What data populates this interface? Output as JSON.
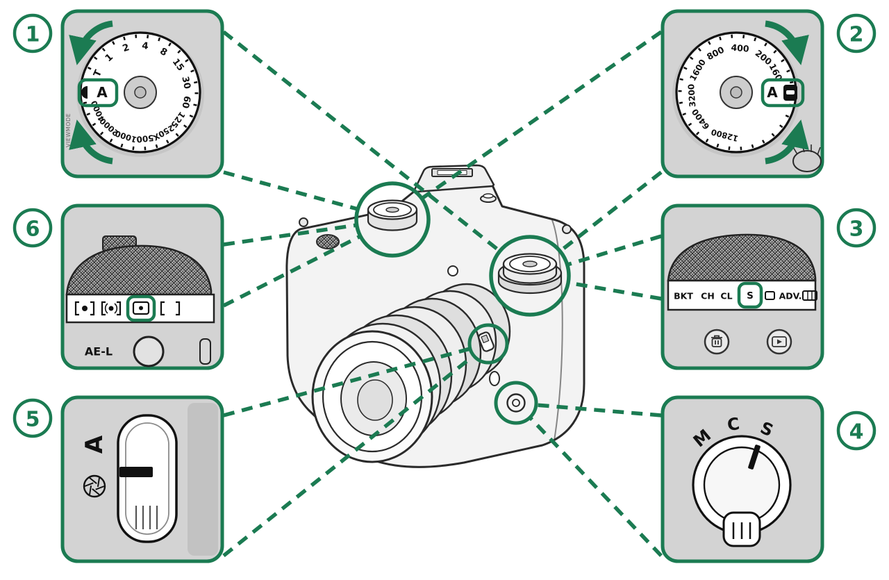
{
  "colors": {
    "accent_green": "#1B7B52",
    "box_background": "#D3D3D3",
    "line_dark": "#2A2A2A",
    "dial_white": "#FFFFFF"
  },
  "badges": [
    "1",
    "2",
    "3",
    "4",
    "5",
    "6"
  ],
  "shutter_dial": {
    "selected": "A",
    "labels": [
      "T",
      "1",
      "2",
      "4",
      "8",
      "15",
      "30",
      "60",
      "125",
      "250X",
      "500",
      "1000",
      "2000",
      "4000"
    ],
    "side_text": "VIEWMODE"
  },
  "iso_dial": {
    "selected": "A",
    "labels": [
      "160",
      "200",
      "400",
      "800",
      "1600",
      "3200",
      "6400",
      "12800"
    ]
  },
  "drive_dial": {
    "labels": [
      "BKT",
      "CH",
      "CL",
      "S",
      "ADV."
    ],
    "selected": "S"
  },
  "focus_selector": {
    "labels": [
      "M",
      "C",
      "S"
    ],
    "selected": "S"
  },
  "aperture_switch": {
    "label": "A"
  },
  "metering": {
    "button_label": "AE-L"
  },
  "icons": {
    "rotate-arrow-icon": "curved green arrow with triangular head",
    "iso-auto-icon": "black tag with white slot",
    "dial-lock-icon": "black half-round tab",
    "trash-icon": "trash can outline",
    "playback-icon": "triangle inside rounded rect",
    "spot-metering-icon": "dot between frame brackets",
    "center-weighted-icon": "dot in parentheses between brackets",
    "multi-metering-icon": "dot in rounded box (green highlighted)",
    "average-metering-icon": "empty frame brackets",
    "aperture-icon": "iris blade circle",
    "movie-frame-icon": "small rectangle",
    "panorama-icon": "wide rectangle with divisions"
  }
}
